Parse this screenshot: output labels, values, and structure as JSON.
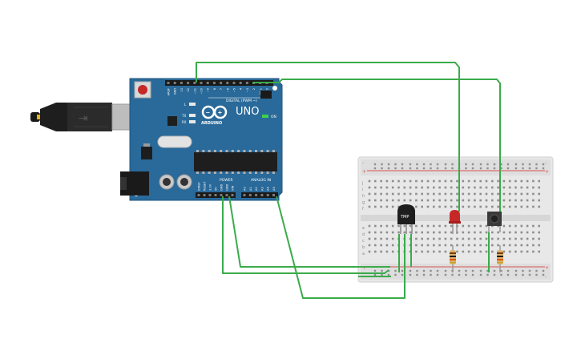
{
  "arduino": {
    "model": "UNO",
    "brand": "ARDUINO",
    "digital_header": "DIGITAL (PWM ~)",
    "power_header": "POWER",
    "analog_header": "ANALOG IN",
    "on_label": "ON",
    "led_l": "L",
    "led_tx": "TX",
    "led_rx": "RX",
    "digital_pins": [
      "AREF",
      "GND",
      "13",
      "12",
      "~11",
      "~10",
      "~9",
      "8",
      "7",
      "~6",
      "~5",
      "4",
      "~3",
      "2",
      "TX 1",
      "RX 0"
    ],
    "power_pins": [
      "IOREF",
      "RESET",
      "3.3V",
      "5V",
      "GND",
      "GND",
      "VIN"
    ],
    "analog_pins": [
      "A0",
      "A1",
      "A2",
      "A3",
      "A4",
      "A5"
    ]
  },
  "sensor": {
    "label": "TMP"
  },
  "breadboard": {
    "row_labels_top": [
      "j",
      "i",
      "h",
      "g",
      "f"
    ],
    "row_labels_bottom": [
      "e",
      "d",
      "c",
      "b",
      "a"
    ],
    "rail_marks": [
      "+",
      "-"
    ]
  },
  "colors": {
    "board_blue": "#2a6a9a",
    "wire_green": "#3aab4a",
    "breadboard": "#e6e6e6",
    "rail_red": "#d9534f",
    "led_red": "#c62828",
    "sensor_black": "#1e1e1e"
  }
}
